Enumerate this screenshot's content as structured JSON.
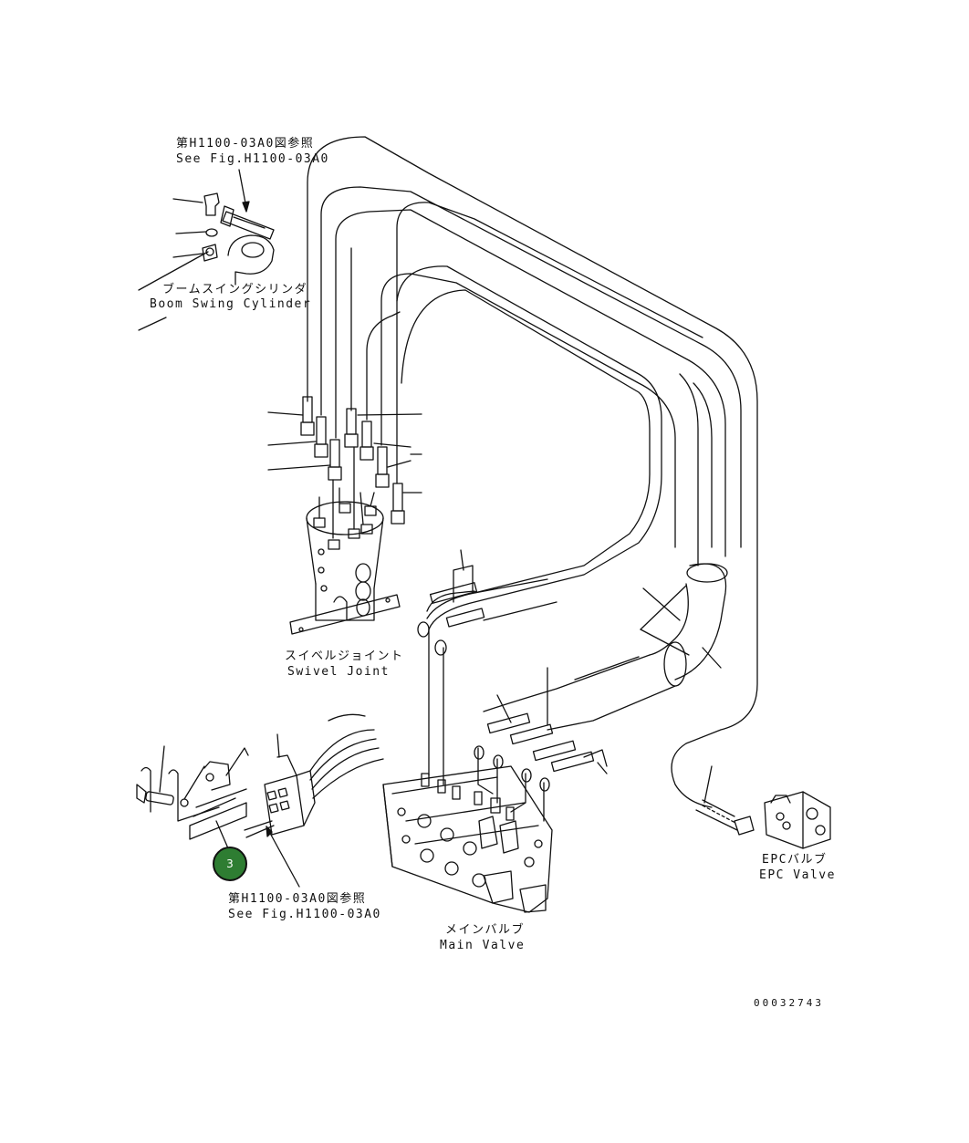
{
  "labels": {
    "ref_top_jp": "第H1100-03A0図参照",
    "ref_top_en": "See Fig.H1100-03A0",
    "boom_jp": "ブームスイングシリンダ",
    "boom_en": "Boom Swing Cylinder",
    "swivel_jp": "スイベルジョイント",
    "swivel_en": "Swivel Joint",
    "ref_bottom_jp": "第H1100-03A0図参照",
    "ref_bottom_en": "See Fig.H1100-03A0",
    "main_jp": "メインバルブ",
    "main_en": "Main Valve",
    "epc_jp": "EPCバルブ",
    "epc_en": "EPC Valve",
    "drawing_no": "00032743"
  },
  "callout": {
    "number": "3",
    "color": "#2e7d32"
  },
  "colors": {
    "line": "#111111",
    "background": "#ffffff"
  }
}
